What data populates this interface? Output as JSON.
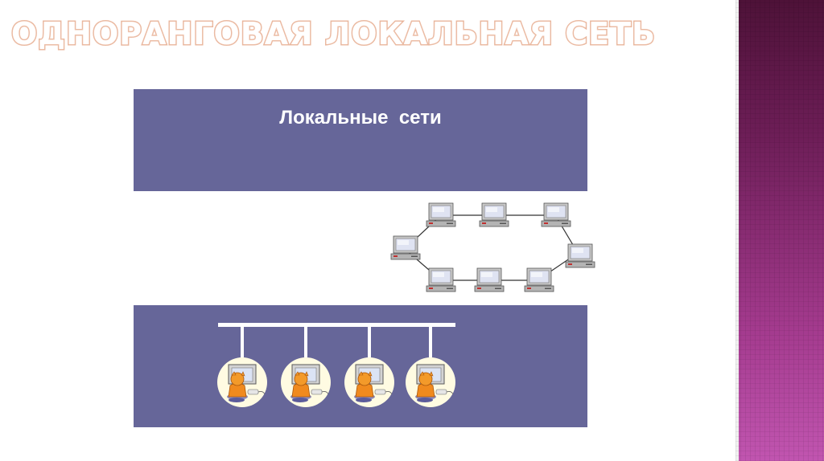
{
  "slide": {
    "title": "ОДНОРАНГОВАЯ ЛОКАЛЬНАЯ СЕТЬ"
  },
  "figure": {
    "heading": "Локальные  сети",
    "panel_color": "#666699",
    "title_outline_color": "#e8b49a",
    "accent_band_color": "#a2398c",
    "ring_network": {
      "computer_count": 8,
      "icon": "desktop-computer-icon"
    },
    "bus_network": {
      "workstation_count": 4,
      "icon": "user-at-computer-icon"
    }
  }
}
